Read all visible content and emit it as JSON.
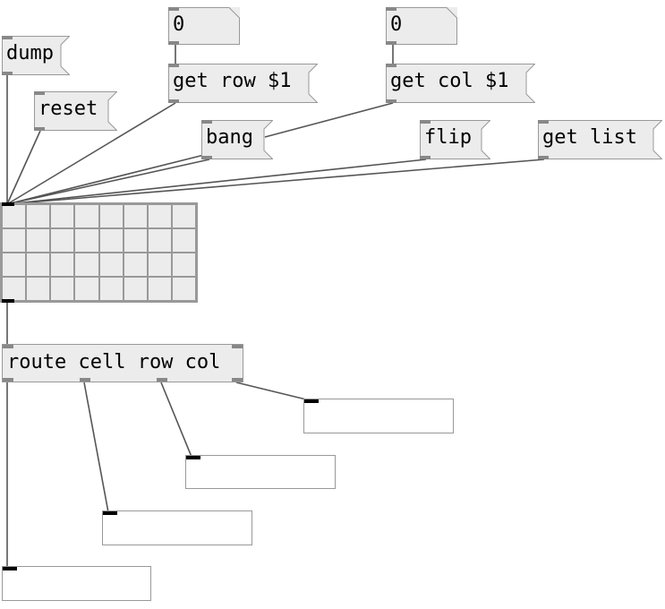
{
  "messages": {
    "dump": "dump",
    "reset": "reset",
    "get_row": "get row $1",
    "get_col": "get col $1",
    "bang": "bang",
    "flip": "flip",
    "get_list": "get list"
  },
  "numbers": {
    "row_number": "0",
    "col_number": "0"
  },
  "objects": {
    "route": "route cell row col"
  },
  "matrix": {
    "columns": 8,
    "rows": 4
  },
  "colors": {
    "box_fill": "#ececec",
    "box_border": "#999999",
    "wire": "#555555",
    "signal_port": "#000000"
  }
}
